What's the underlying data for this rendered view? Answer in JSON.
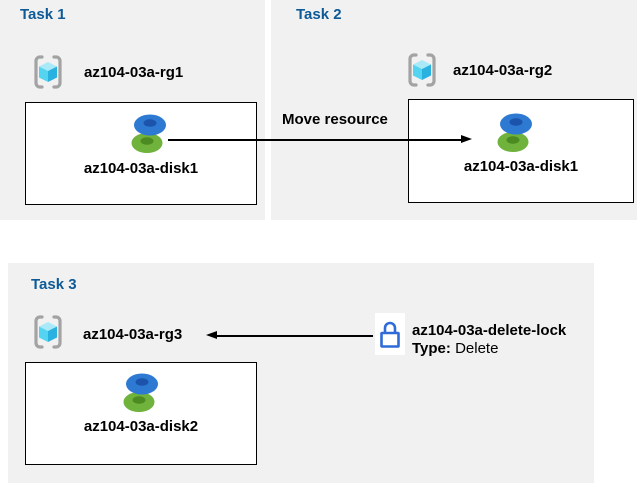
{
  "tasks": [
    {
      "title": "Task 1",
      "resource_group": "az104-03a-rg1",
      "disk": "az104-03a-disk1"
    },
    {
      "title": "Task 2",
      "resource_group": "az104-03a-rg2",
      "disk": "az104-03a-disk1"
    },
    {
      "title": "Task 3",
      "resource_group": "az104-03a-rg3",
      "disk": "az104-03a-disk2"
    }
  ],
  "move_arrow": {
    "label": "Move resource"
  },
  "lock": {
    "name": "az104-03a-delete-lock",
    "type_label": "Type:",
    "type_value": "Delete"
  },
  "colors": {
    "panel_bg": "#f1f1f1",
    "title_blue": "#0d5a97",
    "bracket_gray": "#a3a3a3",
    "cube_top": "#a9e9f8",
    "cube_left": "#55d4f2",
    "cube_right": "#29b1e0",
    "disk_blue": "#2e7ad3",
    "disk_blue_hole": "#1c54ab",
    "disk_green": "#6fb23c",
    "disk_green_hole": "#4c8a22",
    "lock_blue": "#2f6bd7"
  }
}
